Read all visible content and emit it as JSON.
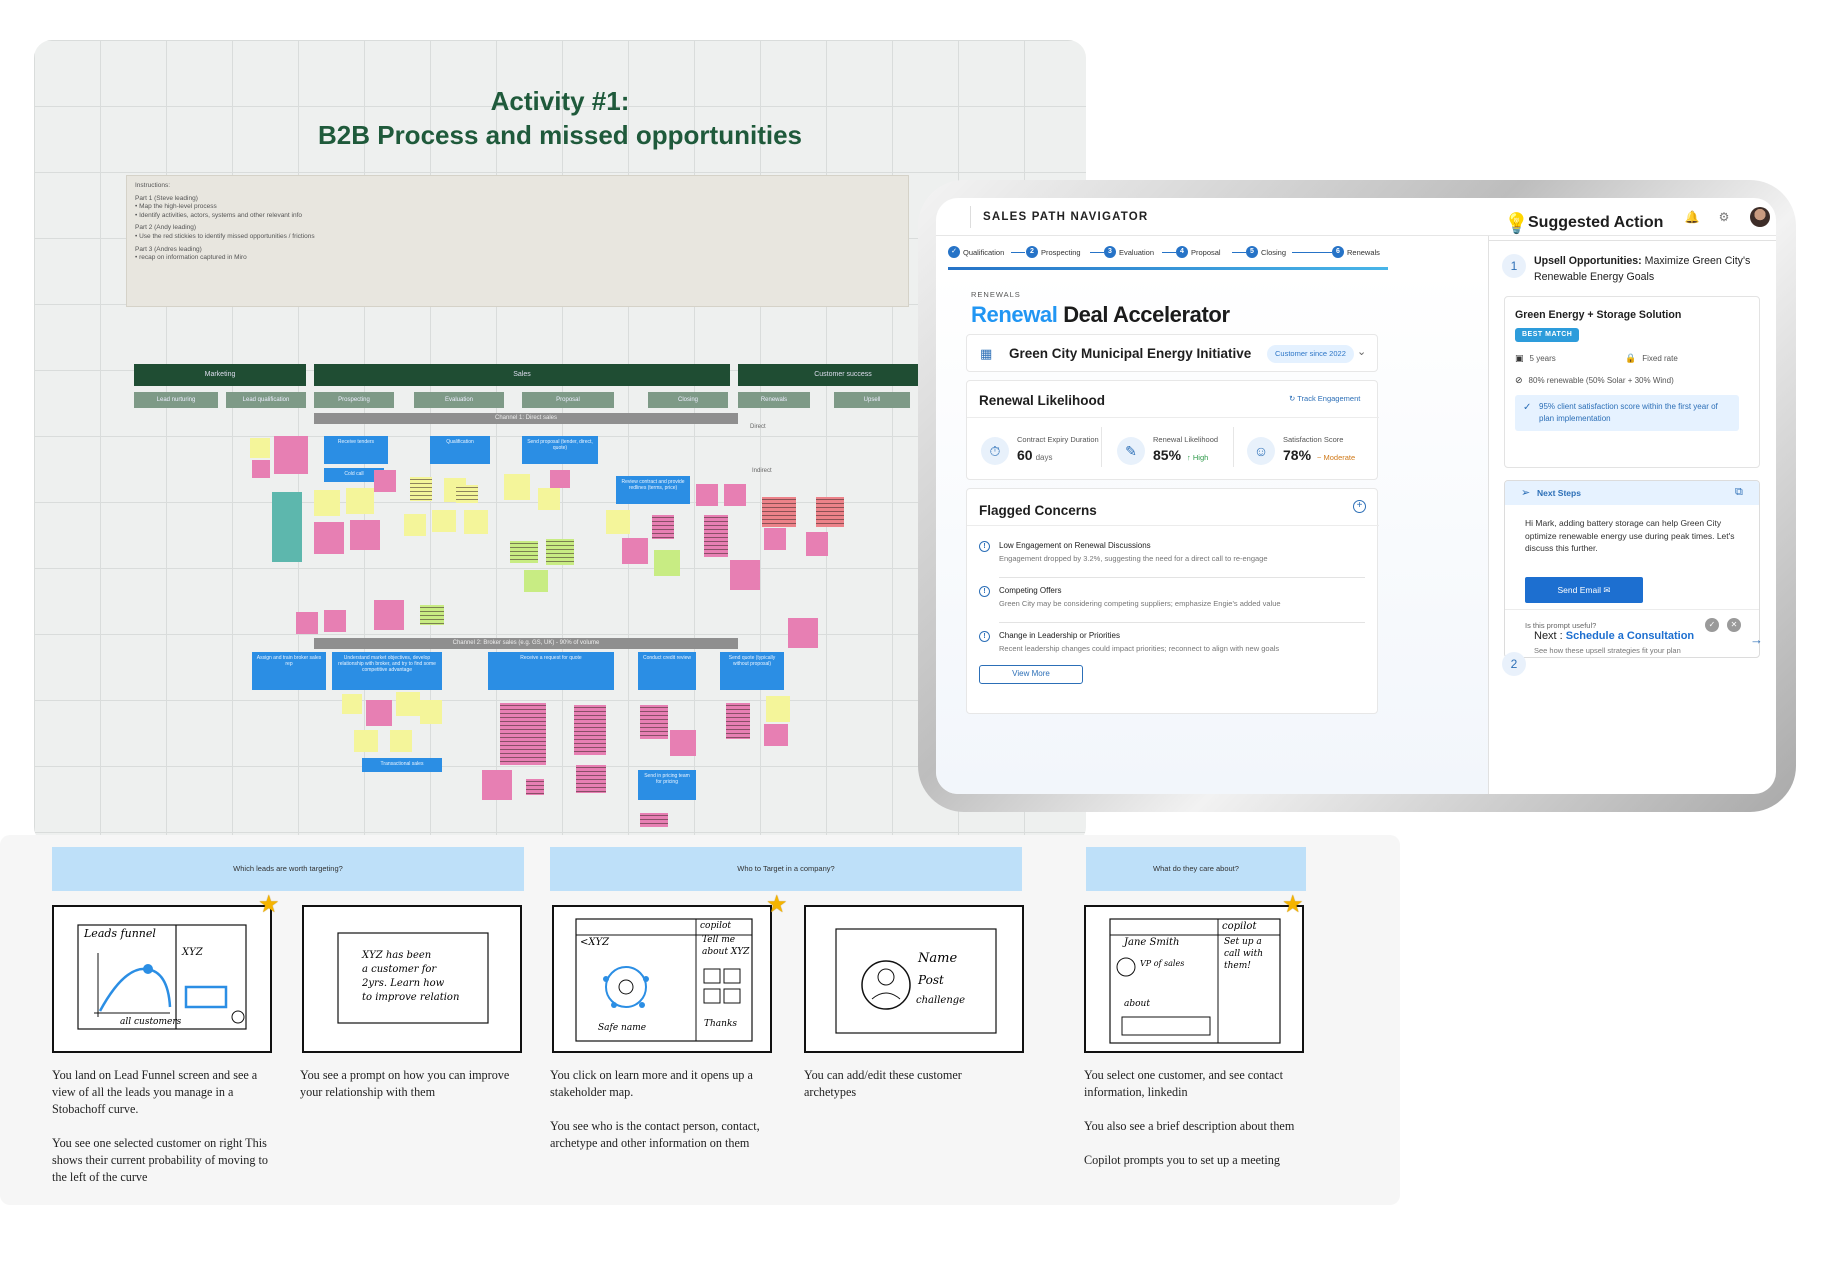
{
  "board": {
    "title_line1": "Activity #1:",
    "title_line2": "B2B Process and missed opportunities",
    "instructions": [
      "Instructions:",
      "Part 1 (Steve leading)",
      "• Map the high-level process",
      "• Identify activities, actors, systems and other relevant info",
      "Part 2 (Andy leading)",
      "• Use the red stickies to identify missed opportunities / frictions",
      "Part 3 (Andres leading)",
      "• recap on information captured in Miro"
    ],
    "phases": [
      "Marketing",
      "Sales",
      "Customer success"
    ],
    "steps": [
      "Lead nurturing",
      "Lead qualification",
      "Prospecting",
      "Evaluation",
      "Proposal",
      "Closing",
      "Renewals",
      "Upsell"
    ],
    "channels": [
      "Channel 1: Direct sales",
      "Channel 2: Broker sales (e.g. GS, UK) - 90% of volume"
    ],
    "side_labels": [
      "Direct",
      "Indirect"
    ],
    "blue_cards": [
      "Receive tenders",
      "Qualification",
      "Send proposal (tender, direct, quote)",
      "Cold call",
      "Review contract and provide redlines (terms, price)",
      "Assign and train broker sales rep",
      "Understand market objectives, develop relationship with broker, and try to find some competitive advantage",
      "Receive a request for quote",
      "Conduct credit review",
      "Send quote (typically without proposal)",
      "Transactional sales",
      "Send in pricing team for pricing"
    ]
  },
  "sketches": {
    "headers": [
      "Which leads are worth targeting?",
      "Who to Target in a company?",
      "What do they care about?"
    ],
    "frames": [
      {
        "scribble": [
          "Leads funnel",
          "XYZ",
          "all customers"
        ]
      },
      {
        "scribble": [
          "XYZ has been",
          "a customer for",
          "2yrs. Learn how",
          "to improve relation"
        ]
      },
      {
        "scribble": [
          "<XYZ",
          "copilot",
          "Tell me",
          "about XYZ",
          "Safe name",
          "Thanks"
        ]
      },
      {
        "scribble": [
          "Name",
          "Post",
          "challenge"
        ]
      },
      {
        "scribble": [
          "Jane Smith",
          "VP of sales",
          "copilot",
          "Set up a",
          "call with",
          "them!",
          "about"
        ]
      }
    ],
    "captions": [
      [
        "You land on Lead Funnel screen and see a view of all the leads you manage in a Stobachoff curve.",
        "You see one selected customer on right This shows their current probability of moving to the left of the curve"
      ],
      [
        "You see a prompt on how you can improve your relationship with them"
      ],
      [
        "You click on learn more and it opens up a stakeholder map.",
        "You see who is the contact person, contact, archetype and other information on them"
      ],
      [
        "You can add/edit these customer archetypes"
      ],
      [
        "You select one customer, and see contact information, linkedin",
        "You also see a brief description about them",
        "Copilot prompts you to set up a meeting"
      ]
    ]
  },
  "app": {
    "title": "SALES PATH NAVIGATOR",
    "icons": {
      "bell": "bell-icon",
      "gear": "gear-icon"
    },
    "stepper": [
      {
        "num": "✓",
        "label": "Qualification"
      },
      {
        "num": "2",
        "label": "Prospecting"
      },
      {
        "num": "3",
        "label": "Evaluation"
      },
      {
        "num": "4",
        "label": "Proposal"
      },
      {
        "num": "5",
        "label": "Closing"
      },
      {
        "num": "6",
        "label": "Renewals"
      }
    ],
    "eyebrow": "RENEWALS",
    "heading_accent": "Renewal",
    "heading_rest": "Deal Accelerator",
    "account": {
      "name": "Green City Municipal Energy Initiative",
      "badge": "Customer since 2022"
    },
    "likelihood": {
      "title": "Renewal Likelihood",
      "track": "Track Engagement",
      "metrics": [
        {
          "label": "Contract Expiry Duration",
          "value": "60",
          "unit": "days",
          "tag": ""
        },
        {
          "label": "Renewal Likelihood",
          "value": "85%",
          "unit": "",
          "tag": "↑ High"
        },
        {
          "label": "Satisfaction Score",
          "value": "78%",
          "unit": "",
          "tag": "~ Moderate"
        }
      ]
    },
    "concerns": {
      "title": "Flagged Concerns",
      "items": [
        {
          "title": "Low Engagement on Renewal Discussions",
          "desc": "Engagement dropped by 3.2%, suggesting the need for a direct call to re-engage"
        },
        {
          "title": "Competing Offers",
          "desc": "Green City may be considering competing suppliers; emphasize Engie's added value"
        },
        {
          "title": "Change in Leadership or Priorities",
          "desc": "Recent leadership changes could impact priorities; reconnect to align with new goals"
        }
      ],
      "view_more": "View More"
    },
    "suggested": {
      "title": "Suggested Action",
      "step1_num": "1",
      "upsell_bold": "Upsell Opportunities:",
      "upsell_rest": "Maximize Green City's Renewable Energy Goals",
      "solution": {
        "title": "Green Energy + Storage Solution",
        "badge": "BEST MATCH",
        "years": "5 years",
        "rate": "Fixed rate",
        "renewable": "80% renewable (50% Solar + 30% Wind)",
        "satisfaction": "95% client satisfaction score within the first year of plan implementation"
      },
      "next_steps": {
        "title": "Next Steps",
        "body": "Hi Mark, adding battery storage can help Green City optimize renewable energy use during peak times. Let's discuss this further.",
        "button": "Send Email",
        "useful": "Is this prompt useful?"
      },
      "step2_num": "2",
      "next_prefix": "Next : ",
      "next_link": "Schedule a Consultation",
      "next_sub": "See how these upsell strategies fit your plan"
    }
  }
}
